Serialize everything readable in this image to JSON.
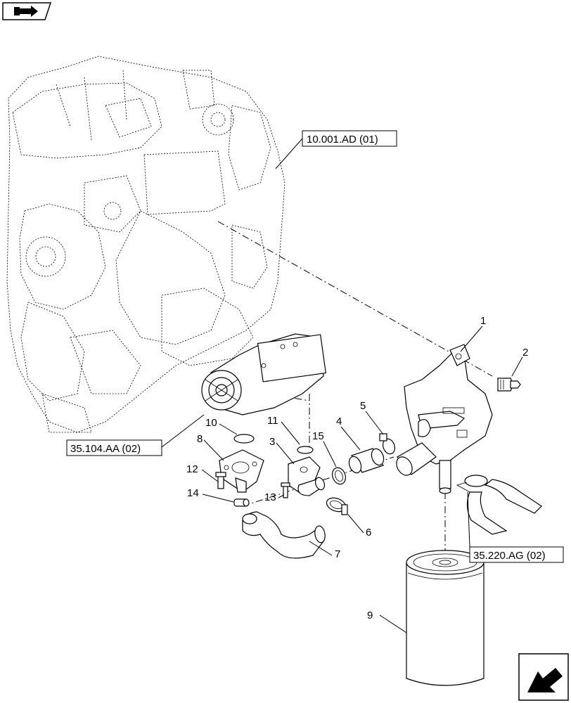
{
  "references": {
    "engine": "10.001.AD (01)",
    "pump": "35.104.AA (02)",
    "hose": "35.220.AG (02)"
  },
  "callouts": {
    "c1": "1",
    "c2": "2",
    "c3": "3",
    "c4": "4",
    "c5": "5",
    "c6": "6",
    "c7": "7",
    "c8": "8",
    "c9": "9",
    "c10": "10",
    "c11": "11",
    "c12": "12",
    "c13": "13",
    "c14": "14",
    "c15": "15"
  },
  "icons": {
    "top_left": "book-arrow-icon",
    "bottom_right": "next-page-arrow-icon"
  }
}
